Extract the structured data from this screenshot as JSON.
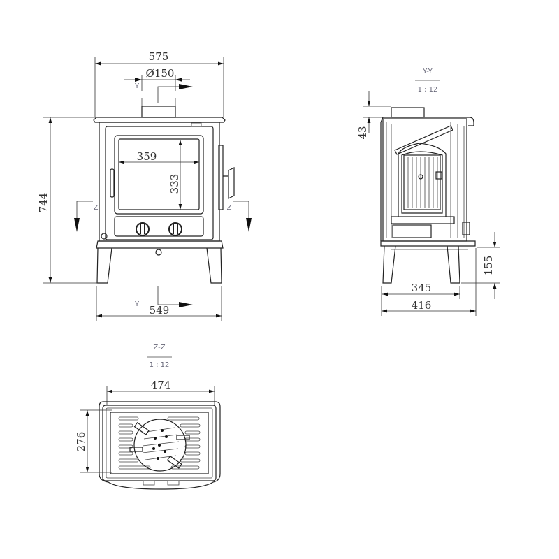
{
  "front_view": {
    "width_top": "575",
    "flue_diameter": "Ø150",
    "height": "744",
    "glass_width": "359",
    "glass_height": "333",
    "width_base": "549",
    "section_y_label": "Y",
    "section_z_label": "Z"
  },
  "side_view": {
    "title": "Y-Y",
    "scale": "1 : 12",
    "flue_height": "43",
    "leg_height": "155",
    "depth_legs": "345",
    "depth_total": "416"
  },
  "top_view": {
    "title": "Z-Z",
    "scale": "1 : 12",
    "width": "474",
    "depth": "276"
  }
}
